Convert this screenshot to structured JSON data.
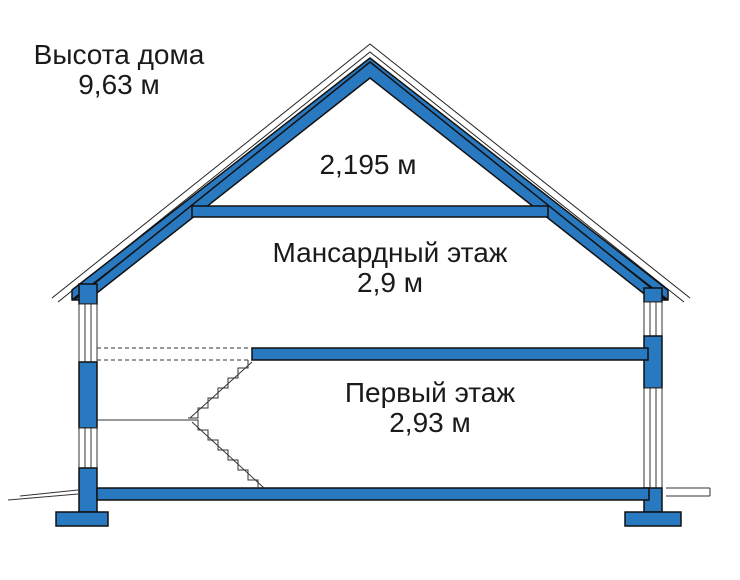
{
  "house_height": {
    "title": "Высота дома",
    "value": "9,63 м"
  },
  "attic_space": {
    "value": "2,195 м"
  },
  "attic_floor": {
    "title": "Мансардный этаж",
    "value": "2,9 м"
  },
  "first_floor": {
    "title": "Первый этаж",
    "value": "2,93 м"
  },
  "colors": {
    "structure": "#2979c0",
    "outline": "#111111",
    "background": "#ffffff"
  }
}
